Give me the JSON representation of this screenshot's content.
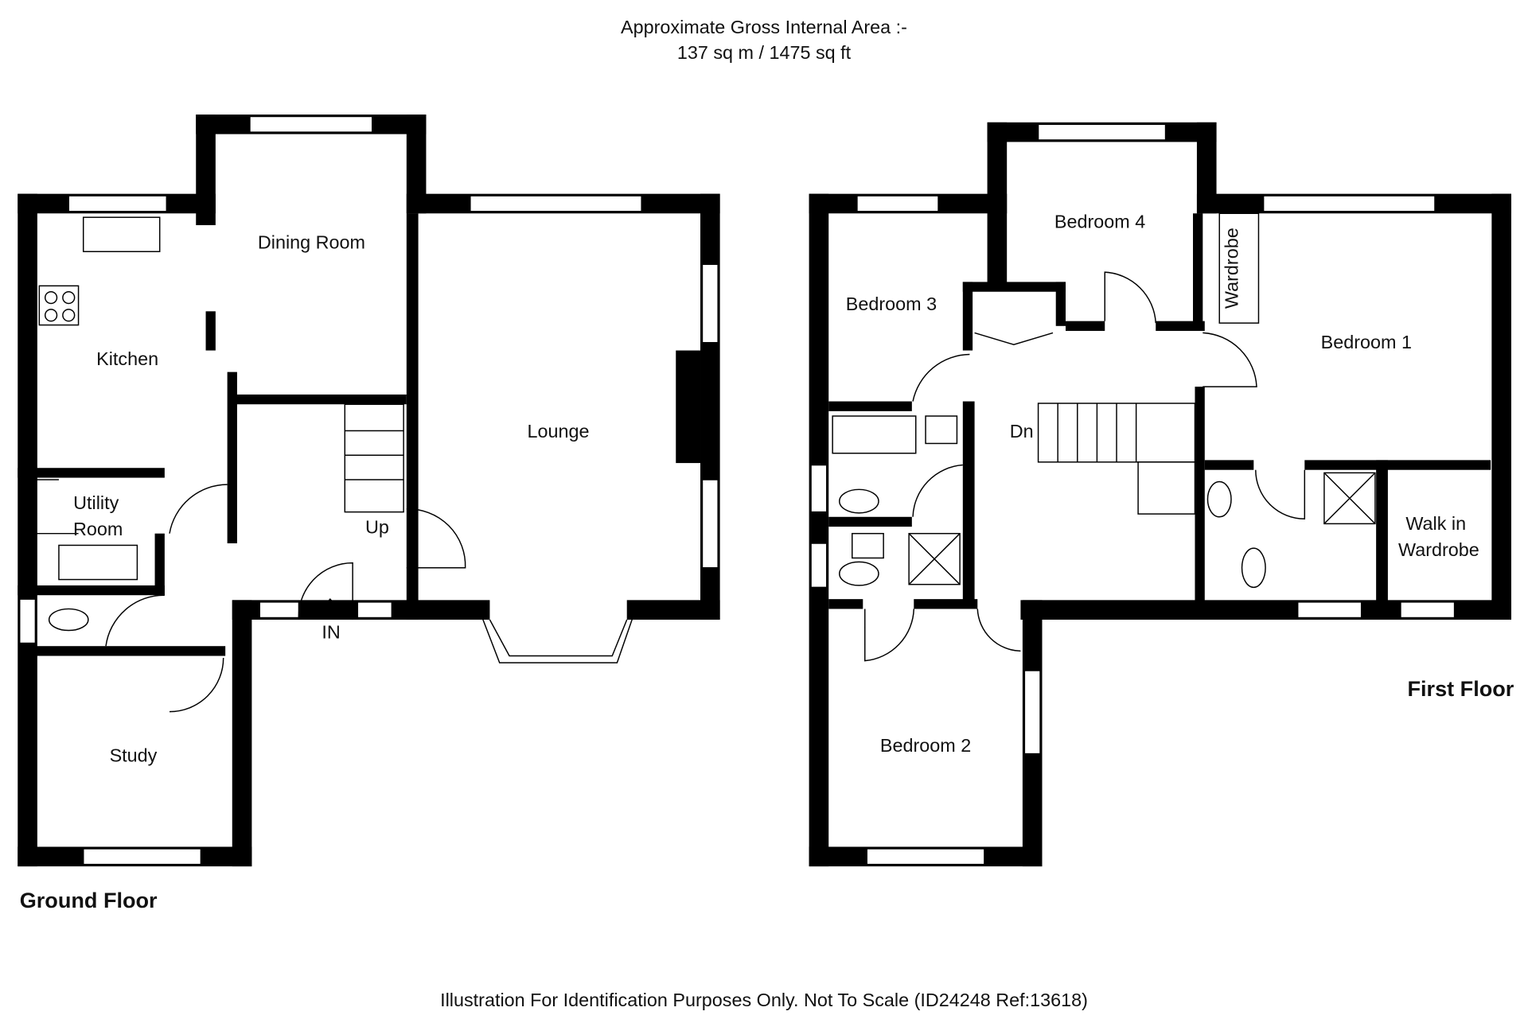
{
  "header": {
    "line1": "Approximate Gross Internal Area :-",
    "line2": "137 sq m / 1475 sq ft"
  },
  "footer": "Illustration For Identification Purposes Only. Not To Scale (ID24248 Ref:13618)",
  "ground_floor": {
    "title": "Ground Floor",
    "rooms": {
      "kitchen": "Kitchen",
      "dining": "Dining Room",
      "lounge": "Lounge",
      "utility1": "Utility",
      "utility2": "Room",
      "study": "Study",
      "up": "Up",
      "in": "IN"
    }
  },
  "first_floor": {
    "title": "First Floor",
    "rooms": {
      "bed1": "Bedroom 1",
      "bed2": "Bedroom 2",
      "bed3": "Bedroom 3",
      "bed4": "Bedroom 4",
      "wardrobe": "Wardrobe",
      "walkin1": "Walk in",
      "walkin2": "Wardrobe",
      "dn": "Dn"
    }
  }
}
